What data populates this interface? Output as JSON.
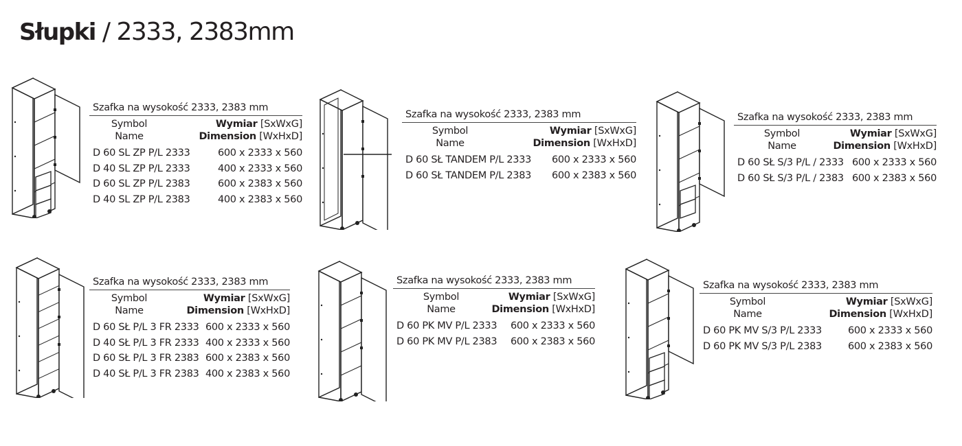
{
  "page_title": {
    "bold": "Słupki",
    "rest": " / 2333, 2383mm"
  },
  "labels": {
    "caption": "Szafka na wysokość 2333, 2383 mm",
    "symbol": "Symbol",
    "name": "Name",
    "wymiar": "Wymiar",
    "wymiar_unit": " [SxWxG]",
    "dimension": "Dimension",
    "dimension_unit": " [WxHxD]"
  },
  "panels": [
    {
      "caption": "Szafka na wysokość 2333, 2383 mm",
      "illustration": "tall-cabinet-door-drawers-icon",
      "rows": [
        {
          "name": "D 60 SL ZP P/L 2333",
          "dim": "600 x 2333 x 560"
        },
        {
          "name": "D 40 SL ZP P/L 2333",
          "dim": "400 x 2333 x 560"
        },
        {
          "name": "D 60 SL ZP P/L 2383",
          "dim": "600 x 2383 x 560"
        },
        {
          "name": "D 40 SL ZP P/L 2383",
          "dim": "400 x 2383 x 560"
        }
      ]
    },
    {
      "caption": "Szafka na wysokość 2333, 2383 mm",
      "illustration": "tall-cabinet-tandem-icon",
      "rows": [
        {
          "name": "D 60 SŁ TANDEM P/L 2333",
          "dim": "600 x 2333 x 560"
        },
        {
          "name": "D 60 SŁ TANDEM P/L 2383",
          "dim": "600 x 2383 x 560"
        }
      ]
    },
    {
      "caption": "Szafka na wysokość 2333, 2383 mm",
      "illustration": "tall-cabinet-3-drawers-icon",
      "rows": [
        {
          "name": "D 60 SŁ S/3 P/L / 2333",
          "dim": "600 x 2333 x 560"
        },
        {
          "name": "D 60 SŁ S/3 P/L / 2383",
          "dim": "600 x 2383 x 560"
        }
      ]
    },
    {
      "caption": "Szafka na wysokość 2333, 2383 mm",
      "illustration": "tall-cabinet-3-doors-icon",
      "rows": [
        {
          "name": "D 60 SŁ P/L 3 FR 2333",
          "dim": "600 x 2333 x 560"
        },
        {
          "name": "D 40 SŁ P/L 3 FR 2333",
          "dim": "400 x 2333 x 560"
        },
        {
          "name": "D 60 SŁ P/L 3 FR 2383",
          "dim": "600 x 2383 x 560"
        },
        {
          "name": "D 40 SŁ P/L 3 FR 2383",
          "dim": "400 x 2383 x 560"
        }
      ]
    },
    {
      "caption": "Szafka na wysokość 2333, 2383 mm",
      "illustration": "tall-cabinet-oven-icon",
      "rows": [
        {
          "name": "D 60 PK MV P/L 2333",
          "dim": "600 x 2333 x 560"
        },
        {
          "name": "D 60 PK MV P/L 2383",
          "dim": "600 x 2383 x 560"
        }
      ]
    },
    {
      "caption": "Szafka na wysokość 2333, 2383 mm",
      "illustration": "tall-cabinet-oven-3-drawers-icon",
      "rows": [
        {
          "name": "D 60 PK MV S/3 P/L 2333",
          "dim": "600 x 2333 x 560"
        },
        {
          "name": "D 60 PK MV S/3 P/L 2383",
          "dim": "600 x 2383 x 560"
        }
      ]
    }
  ]
}
